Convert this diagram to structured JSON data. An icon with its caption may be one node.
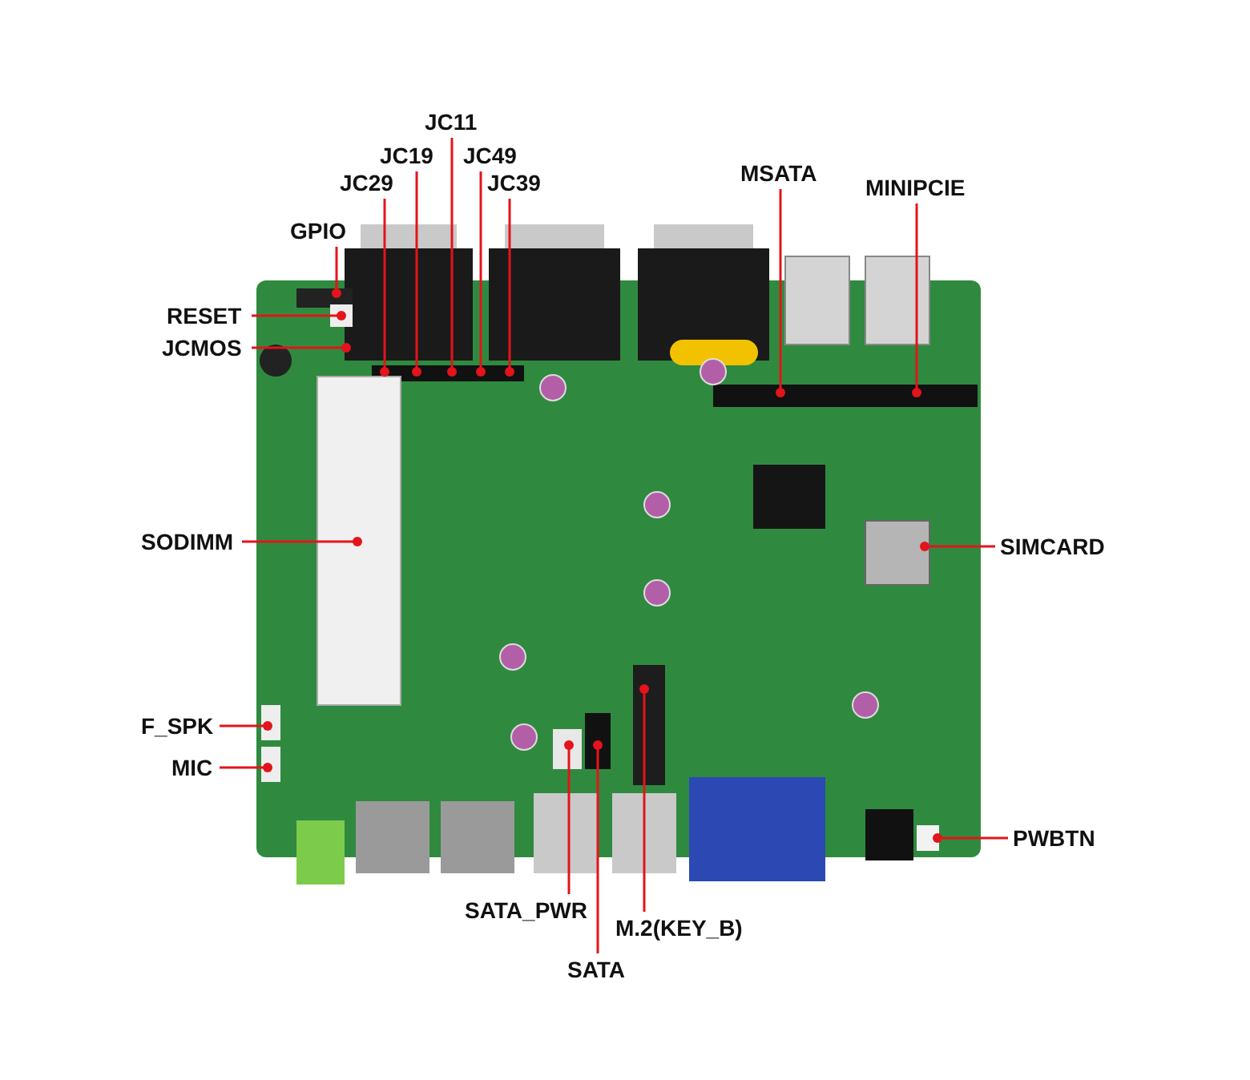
{
  "diagram": {
    "nodes": [
      {
        "text": [
          "JC11"
        ]
      },
      {
        "text": [
          "JC19"
        ]
      },
      {
        "text": [
          "JC49"
        ]
      },
      {
        "text": [
          "MSATA"
        ]
      },
      {
        "text": [
          "JC29"
        ]
      },
      {
        "text": [
          "JC39"
        ]
      },
      {
        "text": [
          "MINIPCIE"
        ]
      },
      {
        "text": [
          "GPIO"
        ]
      },
      {
        "text": [
          "RESET"
        ]
      },
      {
        "text": [
          "JCMOS"
        ]
      },
      {
        "text": [
          "SODIMM"
        ]
      },
      {
        "text": [
          "SIMCARD"
        ]
      },
      {
        "text": [
          "F_SPK"
        ]
      },
      {
        "text": [
          "MIC"
        ]
      },
      {
        "text": [
          "PWBTN"
        ]
      },
      {
        "text": [
          "SATA_PWR"
        ]
      },
      {
        "text": [
          "M.2(KEY_B)"
        ]
      },
      {
        "text": [
          "SATA"
        ]
      }
    ],
    "edges": [
      {
        "from": 0,
        "to": null,
        "arrow": "other"
      },
      {
        "from": 1,
        "to": null,
        "arrow": "other"
      },
      {
        "from": 2,
        "to": null,
        "arrow": "other"
      },
      {
        "from": 3,
        "to": null,
        "arrow": "other"
      },
      {
        "from": 4,
        "to": null,
        "arrow": "other"
      },
      {
        "from": 5,
        "to": null,
        "arrow": "other"
      },
      {
        "from": 6,
        "to": null,
        "arrow": "other"
      },
      {
        "from": 7,
        "to": null,
        "arrow": "other"
      },
      {
        "from": 8,
        "to": null,
        "arrow": "other"
      },
      {
        "from": 9,
        "to": null,
        "arrow": "other"
      },
      {
        "from": 10,
        "to": null,
        "arrow": "other"
      },
      {
        "from": 11,
        "to": null,
        "arrow": "other"
      },
      {
        "from": 12,
        "to": null,
        "arrow": "other"
      },
      {
        "from": 13,
        "to": null,
        "arrow": "other"
      },
      {
        "from": 14,
        "to": null,
        "arrow": "other"
      },
      {
        "from": 15,
        "to": null,
        "arrow": "other"
      },
      {
        "from": 16,
        "to": null,
        "arrow": "other"
      },
      {
        "from": 17,
        "to": null,
        "arrow": "other"
      }
    ]
  }
}
